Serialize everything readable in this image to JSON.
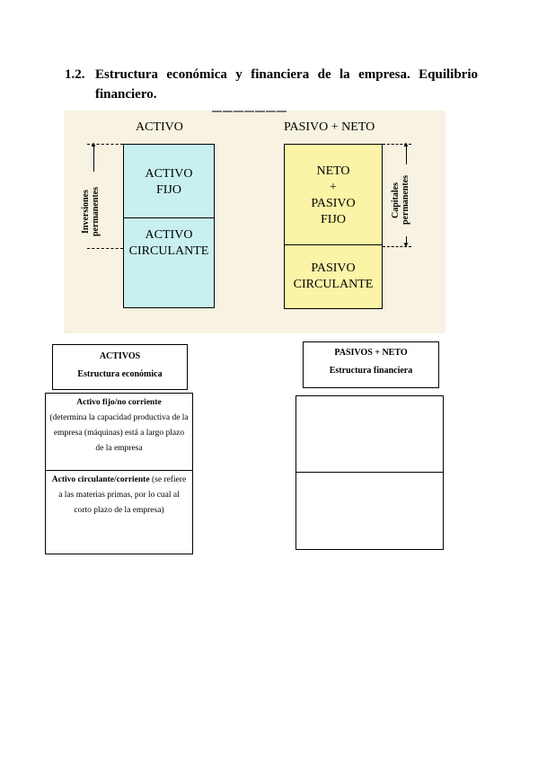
{
  "heading": {
    "number": "1.2.",
    "line1": "Estructura económica y financiera de la empresa. Equilibrio",
    "line2": "financiero."
  },
  "figure": {
    "left_title": "ACTIVO",
    "right_title": "PASIVO + NETO",
    "activo_fijo": "ACTIVO\nFIJO",
    "activo_circulante": "ACTIVO\nCIRCULANTE",
    "neto_pasivo_fijo": "NETO\n+\nPASIVO\nFIJO",
    "pasivo_circulante": "PASIVO\nCIRCULANTE",
    "left_side_label": "Inversiones\npermanentes",
    "right_side_label": "Capitales\npermanentes",
    "colors": {
      "background": "#f7f2e1",
      "cyan": "#c9f0f0",
      "yellow": "#fbf4a6"
    }
  },
  "table": {
    "left_header": {
      "title": "ACTIVOS",
      "subtitle": "Estructura económica"
    },
    "right_header": {
      "title": "PASIVOS + NETO",
      "subtitle": "Estructura financiera"
    },
    "cell1_bold": "Activo fijo/no corriente",
    "cell1_text": "(determina la capacidad productiva de la empresa (máquinas) está a largo plazo de la empresa",
    "cell2_bold": "Activo circulante/corriente",
    "cell2_text": " (se refiere a las materias primas, por lo cual al corto plazo de la empresa)"
  }
}
